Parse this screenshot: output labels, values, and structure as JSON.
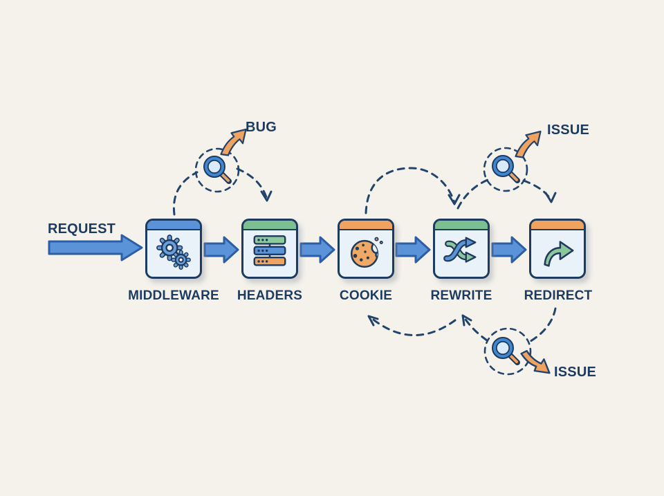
{
  "title": "Request middleware pipeline diagram",
  "request": {
    "label": "REQUEST"
  },
  "stages": [
    {
      "label": "MIDDLEWARE",
      "icon": "gears-icon",
      "header_color": "#5b93d8"
    },
    {
      "label": "HEADERS",
      "icon": "server-bars-icon",
      "header_color": "#7cbf92"
    },
    {
      "label": "COOKIE",
      "icon": "cookie-icon",
      "header_color": "#f0a35e"
    },
    {
      "label": "REWRITE",
      "icon": "shuffle-icon",
      "header_color": "#7cbf92"
    },
    {
      "label": "REDIRECT",
      "icon": "redirect-arrow-icon",
      "header_color": "#f0a35e"
    }
  ],
  "annotations": [
    {
      "label": "BUG",
      "position": "top-left",
      "icon": "magnifier-icon"
    },
    {
      "label": "ISSUE",
      "position": "top-right",
      "icon": "magnifier-icon"
    },
    {
      "label": "ISSUE",
      "position": "bottom-right",
      "icon": "magnifier-icon"
    }
  ],
  "palette": {
    "background": "#f4f2eb",
    "navy_outline": "#1e3a5c",
    "dashed_line": "#22436b",
    "arrow_blue": "#5b93d8",
    "arrow_blue_border": "#2b5ea7",
    "green": "#7cbf92",
    "green_icon": "#8bc79b",
    "orange": "#f0a35e",
    "cookie_orange": "#f0a964",
    "box_body": "#e9f1f9",
    "lens_fill": "#d9eafa",
    "lens_ring": "#3f87d2"
  }
}
